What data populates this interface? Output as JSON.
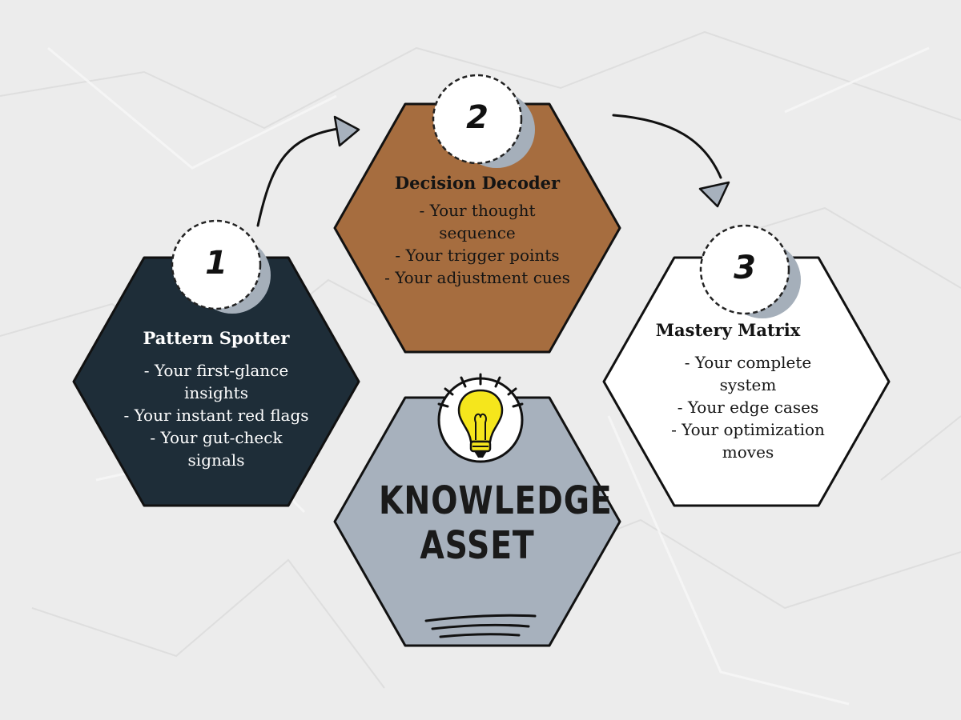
{
  "colors": {
    "paper": "#ececec",
    "hex_dark": "#1e2d38",
    "hex_brown": "#a66d3f",
    "hex_white": "#ffffff",
    "hex_gray": "#a7b1bd",
    "shadow_circle": "#a5afba",
    "bulb": "#f5e61c"
  },
  "steps": [
    {
      "number": "1",
      "title": "Pattern Spotter",
      "lines": [
        "- Your first-glance",
        "insights",
        "- Your instant red flags",
        "- Your gut-check",
        "signals"
      ]
    },
    {
      "number": "2",
      "title": "Decision Decoder",
      "lines": [
        "- Your thought",
        "sequence",
        "- Your trigger points",
        "- Your adjustment cues"
      ]
    },
    {
      "number": "3",
      "title": "Mastery Matrix",
      "lines": [
        "- Your complete",
        "system",
        "- Your edge cases",
        "- Your optimization",
        "moves"
      ]
    }
  ],
  "center": {
    "title_lines": [
      "KNOWLEDGE",
      "ASSET"
    ],
    "icon": "lightbulb-icon"
  }
}
